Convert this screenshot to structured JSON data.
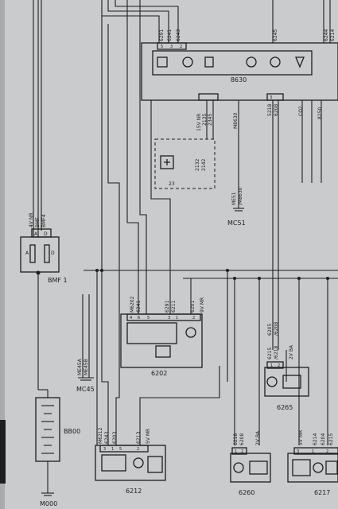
{
  "components": {
    "bmf1": {
      "name": "BMF 1",
      "pins": [
        "A",
        "D"
      ],
      "pin_labels": [
        "A",
        "D"
      ],
      "wires": [
        "4V NR",
        "BMF",
        "BMF4"
      ]
    },
    "bb00": {
      "name": "BB00"
    },
    "m000": {
      "name": "M000"
    },
    "mc45": {
      "name": "MC45",
      "wires": [
        "ME45A",
        "ME45B"
      ]
    },
    "mc51": {
      "name": "MC51",
      "wires": [
        "ME51",
        "/M8630"
      ]
    },
    "c8630": {
      "name": "8630",
      "wires_top": [
        "6291",
        "6241",
        "6243",
        "6245",
        "6244",
        "6214"
      ],
      "wires_bottom": [
        "15V NR",
        "2135",
        "2345",
        "M8630",
        "5218",
        "6208",
        "CO2",
        "8250"
      ]
    },
    "c6202": {
      "name": "6202",
      "wires": [
        "M6202",
        "6241",
        "6291",
        "6211",
        "6201"
      ],
      "wire_colour": "9V MR",
      "pins": [
        "4",
        "6",
        "5",
        "3",
        "1",
        "2"
      ]
    },
    "c6265": {
      "name": "6265",
      "wires": [
        "6215",
        "/6218",
        "6205",
        "/6208"
      ],
      "wire_colour": "2V BA",
      "pins": [
        "1",
        "2"
      ]
    },
    "c6212": {
      "name": "6212",
      "wires": [
        "M6212",
        "6243",
        "6203",
        "6213"
      ],
      "wire_colour": "5V MR",
      "pins": [
        "3",
        "1",
        "5",
        "2"
      ]
    },
    "c6260": {
      "name": "6260",
      "wires": [
        "6218",
        "6208"
      ],
      "wire_colour": "2V BA",
      "pins": [
        "1",
        "2"
      ]
    },
    "c6217": {
      "name": "6217",
      "wires": [
        "6214",
        "6204",
        "6215"
      ],
      "wire_colour": "5V MR",
      "pins": [
        "3",
        "1",
        "2"
      ]
    },
    "diode": {
      "wires": [
        "2132",
        "2142"
      ],
      "label": "23"
    },
    "pin_numbers_8630": [
      "5",
      "3",
      "2",
      "3"
    ]
  }
}
